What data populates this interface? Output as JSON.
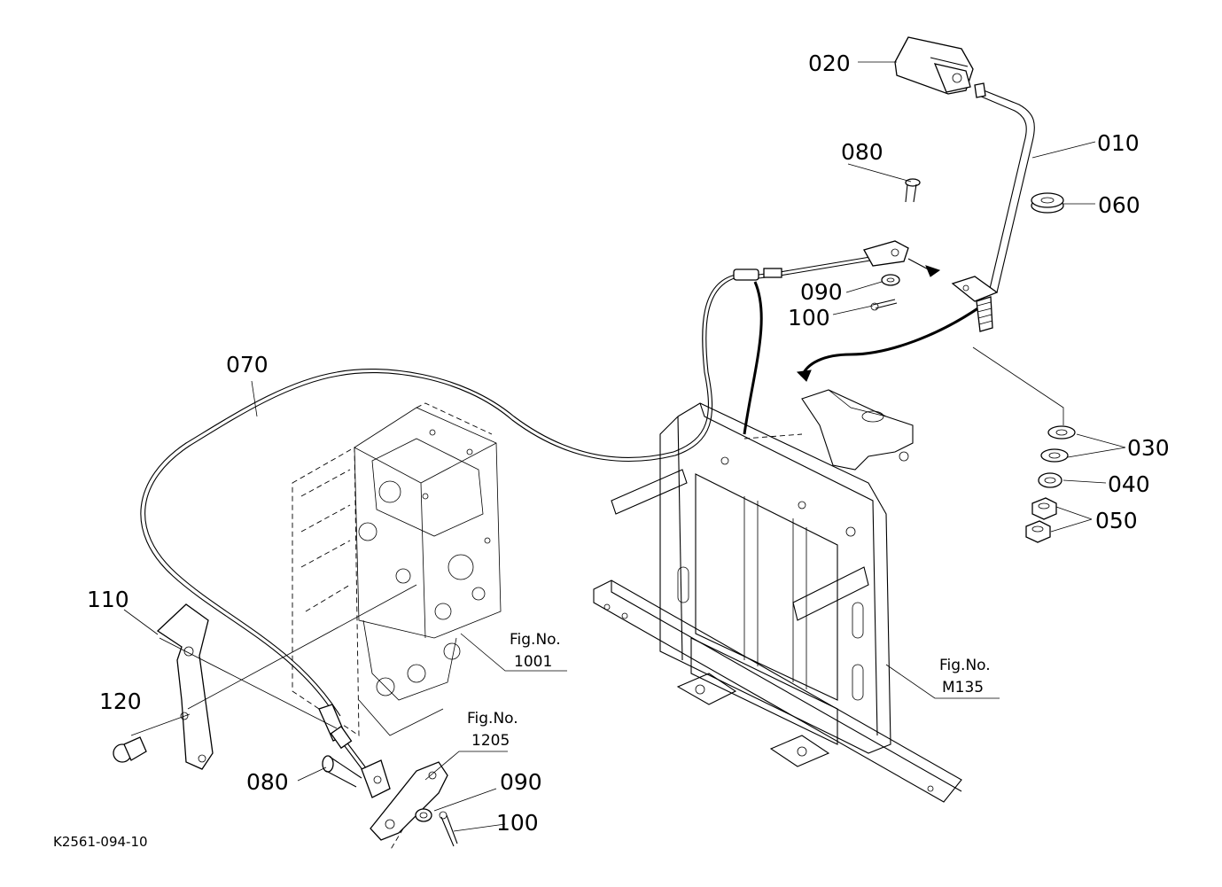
{
  "labels": {
    "p020": "020",
    "p010": "010",
    "p080_top": "080",
    "p060": "060",
    "p090_top": "090",
    "p100_top": "100",
    "p070": "070",
    "p030": "030",
    "p040": "040",
    "p050": "050",
    "p110": "110",
    "p120": "120",
    "p080_bottom": "080",
    "p090_bottom": "090",
    "p100_bottom": "100"
  },
  "figrefs": {
    "fig1001": {
      "line1": "Fig.No.",
      "line2": "1001"
    },
    "fig1205": {
      "line1": "Fig.No.",
      "line2": "1205"
    },
    "figM135": {
      "line1": "Fig.No.",
      "line2": "M135"
    }
  },
  "drawing_code": "K2561-094-10"
}
